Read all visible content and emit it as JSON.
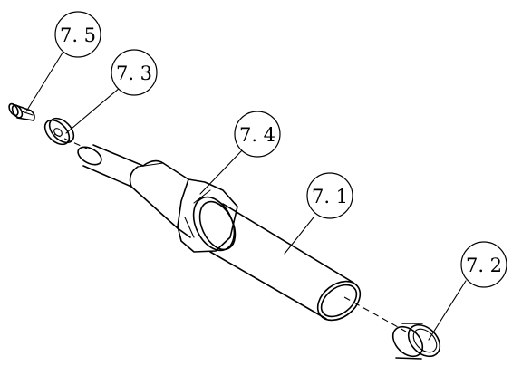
{
  "callouts": [
    {
      "id": "7.5",
      "label": "7. 5"
    },
    {
      "id": "7.3",
      "label": "7. 3"
    },
    {
      "id": "7.4",
      "label": "7. 4"
    },
    {
      "id": "7.1",
      "label": "7. 1"
    },
    {
      "id": "7.2",
      "label": "7. 2"
    }
  ]
}
